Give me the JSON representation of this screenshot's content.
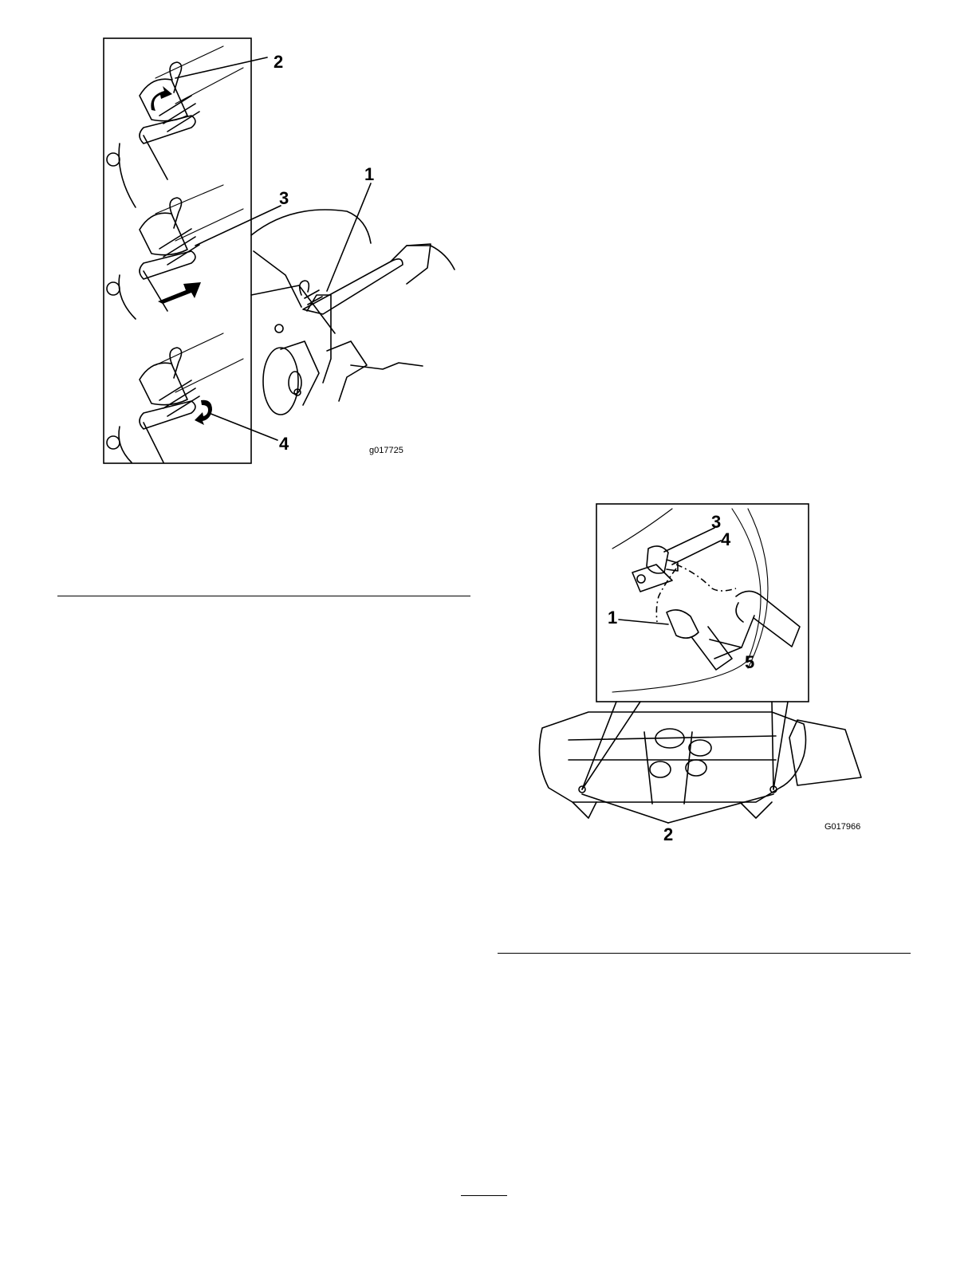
{
  "figure1": {
    "callouts": [
      "1",
      "2",
      "3",
      "4"
    ],
    "figure_id": "g017725",
    "icons": [
      "hitch-pin-icon",
      "spring-rod-icon",
      "push-arrow-icon",
      "rotate-arrow-icon",
      "caster-wheel-icon"
    ]
  },
  "figure2": {
    "callouts": [
      "1",
      "2",
      "3",
      "4",
      "5"
    ],
    "figure_id": "G017966",
    "icons": [
      "grease-fitting-icon",
      "hose-coupler-icon",
      "mower-deck-icon"
    ]
  }
}
